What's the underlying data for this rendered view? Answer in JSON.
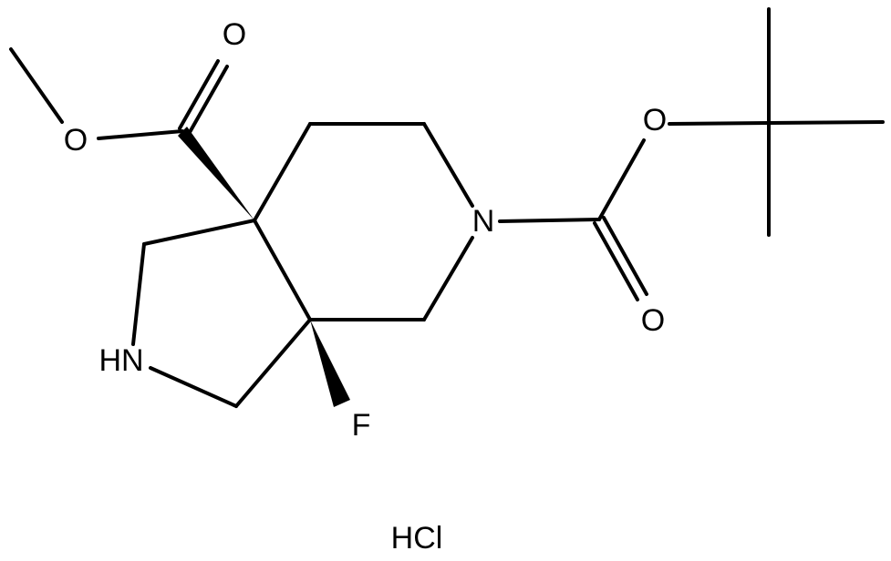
{
  "atoms": {
    "o_carbonyl_ester": "O",
    "o_methoxy": "O",
    "o_boc_ether": "O",
    "o_boc_carbonyl": "O",
    "n_piperidine": "N",
    "nh_pyrrolidine": "HN",
    "fluorine": "F"
  },
  "salt_label": "HCl",
  "colors": {
    "ink": "#000000",
    "background": "#ffffff"
  }
}
